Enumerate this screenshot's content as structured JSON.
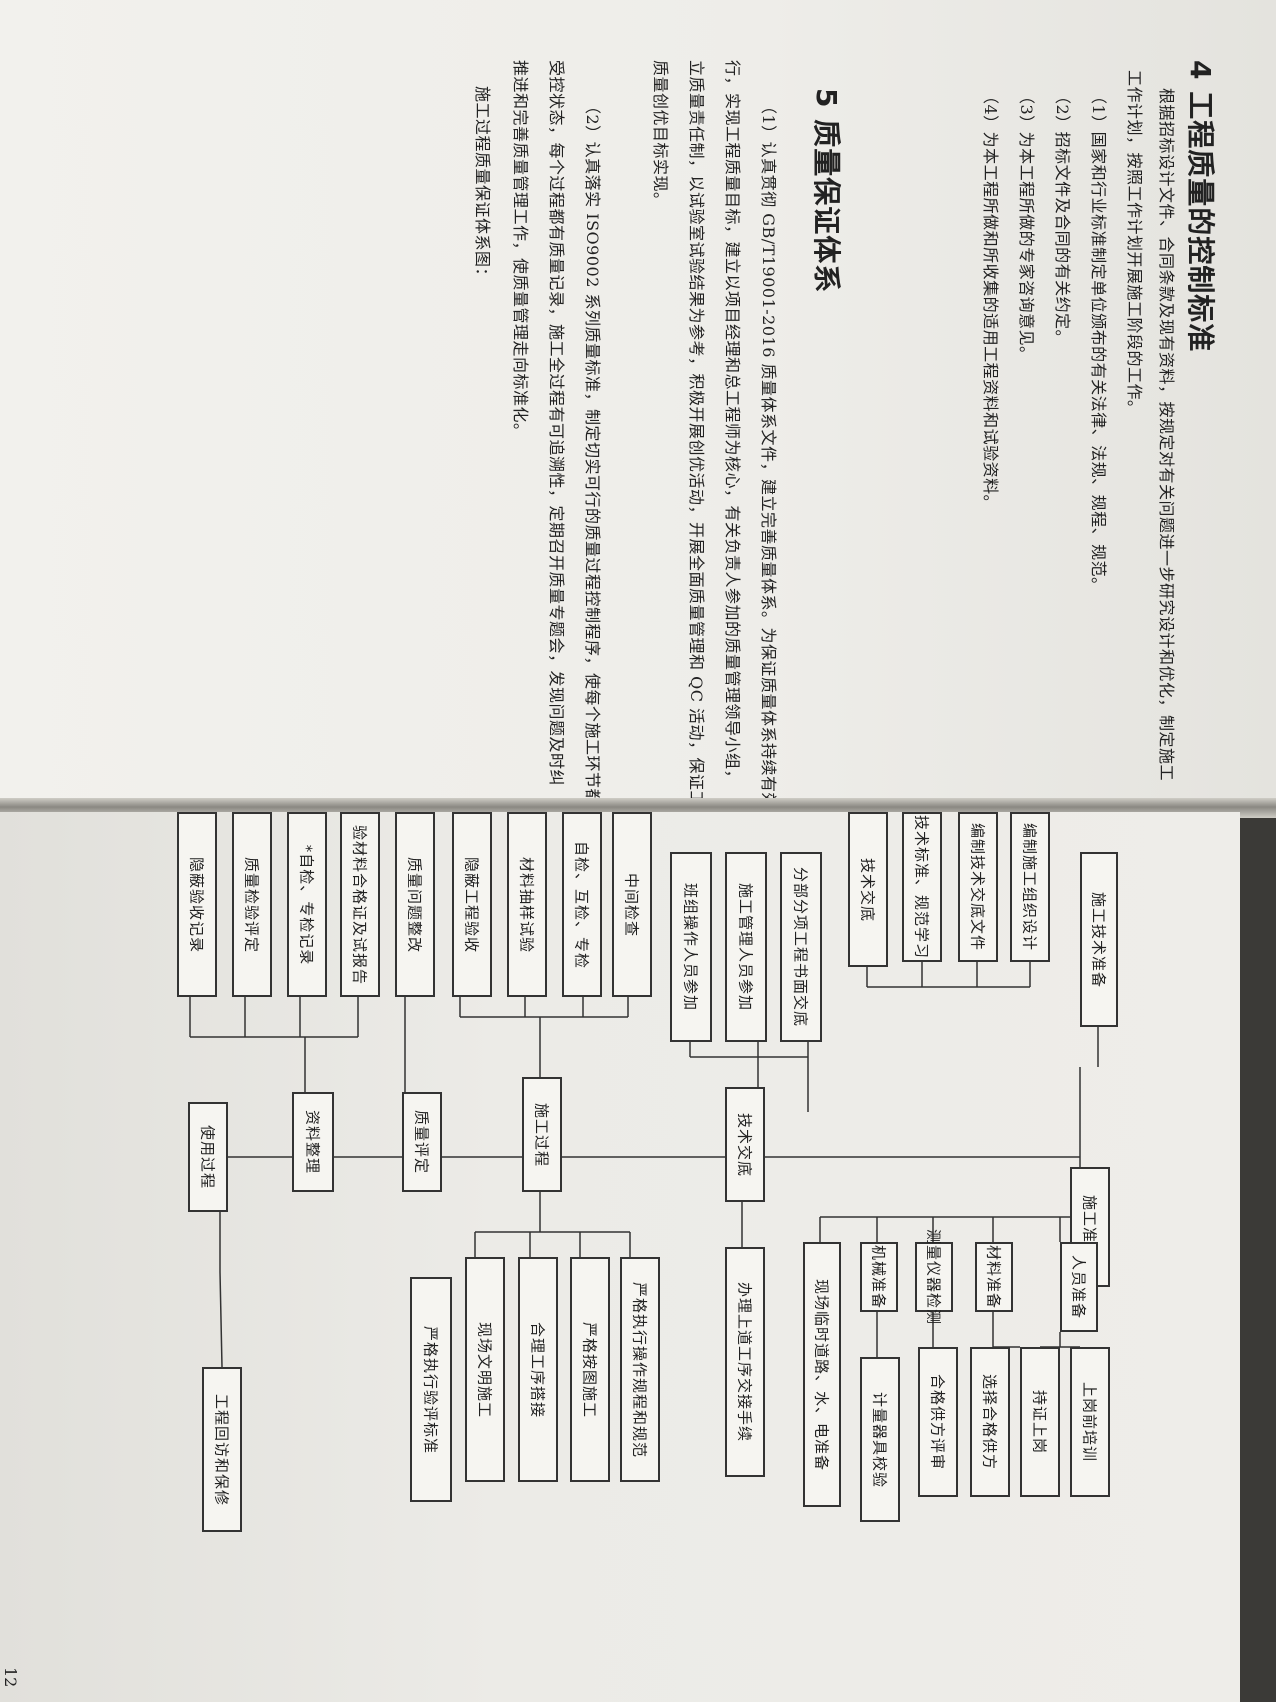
{
  "section4": {
    "title": "4 工程质量的控制标准",
    "intro_line1": "根据招标设计文件、合同条款及现有资料，按规定对有关问题进一步研究设计和优化，制定施工",
    "intro_line2": "工作计划，按照工作计划开展施工阶段的工作。",
    "items": [
      "（1）国家和行业标准制定单位颁布的有关法律、法规、规程、规范。",
      "（2）招标文件及合同的有关约定。",
      "（3）为本工程所做的专家咨询意见。",
      "（4）为本工程所做和所收集的适用工程资料和试验资料。"
    ]
  },
  "section5": {
    "title": "5 质量保证体系",
    "para1_line1": "（1）认真贯彻 GB/T19001-2016 质量体系文件，建立完善质量体系。为保证质量体系持续有效运",
    "para1_line2": "行，实现工程质量目标，建立以项目经理和总工程师为核心，有关负责人参加的质量管理领导小组，",
    "para1_line3": "立质量责任制，以试验室试验结果为参考，积极开展创优活动，开展全面质量管理和 QC 活动，保证工",
    "para1_line4": "质量创优目标实现。",
    "para2_line1": "（2）认真落实 ISO9002 系列质量标准，制定切实可行的质量过程控制程序，使每个施工环节都处",
    "para2_line2": "受控状态，每个过程都有质量记录，施工全过程有可追溯性，定期召开质量专题会，发现问题及时纠",
    "para2_line3": "推进和完善质量管理工作，使质量管理走向标准化。",
    "caption": "施工过程质量保证体系图："
  },
  "flowchart": {
    "tech_prep": "施工技术准备",
    "tech_prep_children": [
      "编制施工组织设计",
      "编制技术交底文件",
      "技术标准、规范学习",
      "技术交底"
    ],
    "construction_prep": "施工准备",
    "tech_disclosure": "技术交底",
    "disclosure_children": [
      "分部分项工程书面交底",
      "施工管理人员参加",
      "班组操作人员参加"
    ],
    "handover": "办理上道工序交接手续",
    "personnel_prep": "人员准备",
    "personnel_children": [
      "上岗前培训",
      "持证上岗"
    ],
    "material_prep": "材料准备",
    "material_children": [
      "选择合格供方",
      "合格供方评审"
    ],
    "instrument_check": "测量仪器检测",
    "instrument_children": [
      "计量器具校验"
    ],
    "machine_prep": "机械准备",
    "site_temp": "现场临时道路、水、电准备",
    "process": "施工过程",
    "process_inputs": [
      "中间检查",
      "自检、互检、专检",
      "材料抽样试验",
      "隐蔽工程验收"
    ],
    "process_outputs": [
      "严格执行操作规程和规范",
      "严格按图施工",
      "合理工序搭接",
      "现场文明施工",
      "严格执行验评标准"
    ],
    "quality_eval": "质量评定",
    "quality_fix": "质量问题整改",
    "doc_arrange": "资料整理",
    "doc_inputs": [
      "验材料合格证及试报告",
      "*自检、专检记录",
      "质量检验评定",
      "隐蔽验收记录"
    ],
    "use_process": "使用过程",
    "revisit": "工程回访和保修"
  },
  "page_number": "12"
}
